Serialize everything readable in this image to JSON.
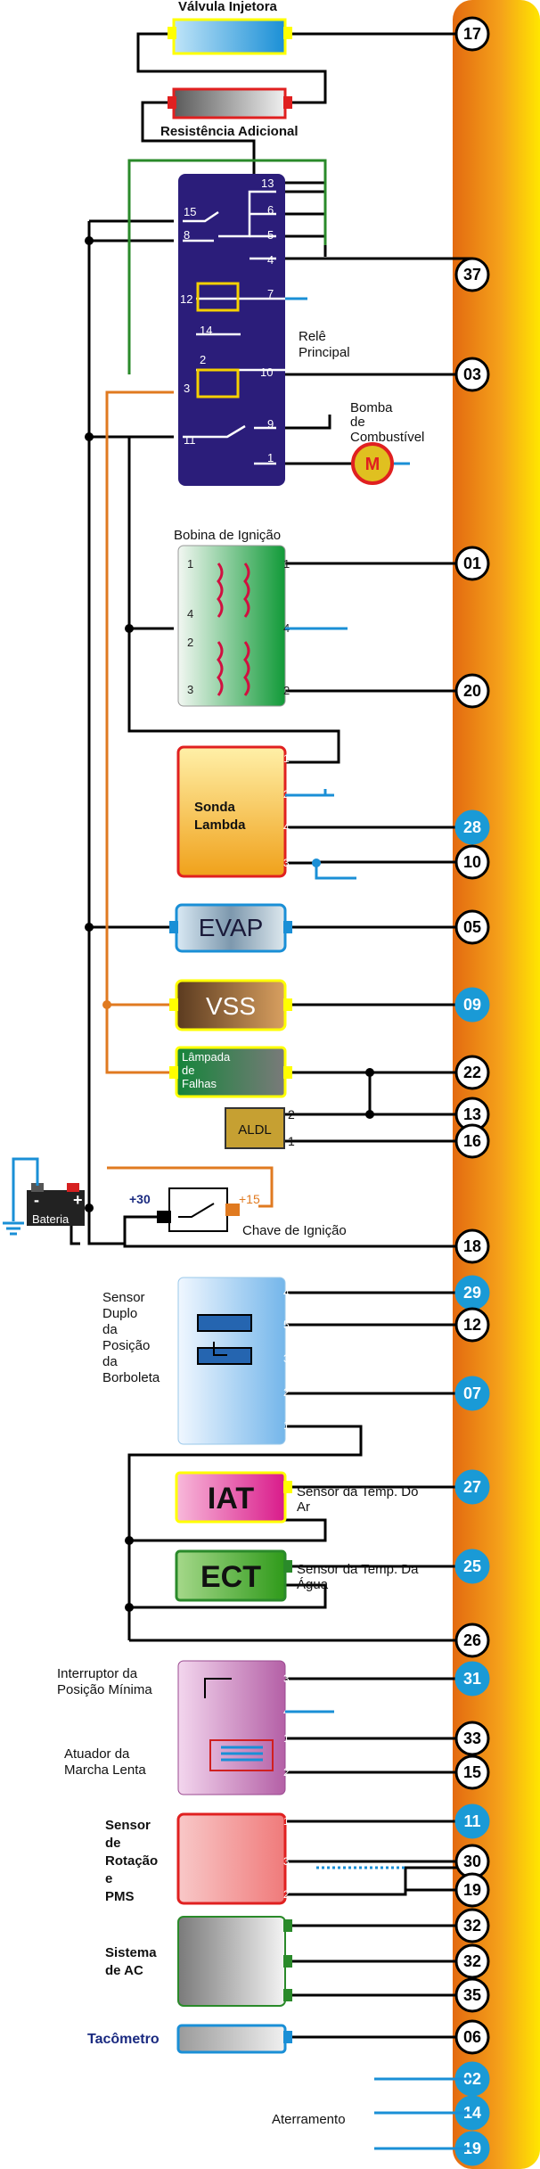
{
  "ecu_pins": [
    "17",
    "37",
    "03",
    "01",
    "20",
    "28",
    "10",
    "05",
    "09",
    "22",
    "13",
    "16",
    "18",
    "29",
    "12",
    "07",
    "27",
    "25",
    "26",
    "31",
    "33",
    "15",
    "11",
    "30",
    "19",
    "32",
    "32",
    "35",
    "06",
    "02",
    "14",
    "19"
  ],
  "components": {
    "injector": "Válvula Injetora",
    "resistor": "Resistência Adicional",
    "main_relay": [
      "Relê",
      "Principal"
    ],
    "fuel_pump": [
      "Bomba",
      "de",
      "Combustível"
    ],
    "motor_symbol": "M",
    "ignition_coil": "Bobina de Ignição",
    "lambda": [
      "Sonda",
      "Lambda"
    ],
    "evap": "EVAP",
    "vss": "VSS",
    "lamp": [
      "Lâmpada",
      "de",
      "Falhas"
    ],
    "aldl": "ALDL",
    "battery": "Bateria",
    "ignition_switch": "Chave de Ignição",
    "tps": [
      "Sensor",
      "Duplo",
      "da",
      "Posição",
      "da",
      "Borboleta"
    ],
    "iat": "IAT",
    "iat_desc": [
      "Sensor da Temp. Do",
      "Ar"
    ],
    "ect": "ECT",
    "ect_desc": [
      "Sensor da Temp. Da",
      "Água"
    ],
    "min_switch": [
      "Interruptor da",
      "Posição Mínima"
    ],
    "idle_actuator": [
      "Atuador da",
      "Marcha Lenta"
    ],
    "crank": [
      "Sensor",
      "de",
      "Rotação",
      "e",
      "PMS"
    ],
    "ac": [
      "Sistema",
      "de AC"
    ],
    "tacho": "Tacômetro",
    "ground": "Aterramento",
    "plus30": "+30",
    "plus15": "+15",
    "plus_sign": "+",
    "minus_sign": "-"
  },
  "relay_pins": [
    "13",
    "6",
    "15",
    "5",
    "8",
    "4",
    "7",
    "12",
    "14",
    "2",
    "3",
    "10",
    "9",
    "11",
    "1"
  ],
  "coil_pins": [
    "1",
    "4",
    "2",
    "3",
    "1",
    "4",
    "2"
  ],
  "lambda_pins": [
    "1",
    "2",
    "4",
    "3"
  ],
  "aldl_pins": [
    "2",
    "1"
  ],
  "tps_pins": [
    "4",
    "5",
    "3",
    "2",
    "1"
  ],
  "min_switch_pins": [
    "3",
    "4"
  ],
  "idle_pins": [
    "1",
    "2"
  ],
  "crank_pins": [
    "1",
    "3",
    "2"
  ],
  "colors": {
    "ecu_bar": "#f08a12",
    "pin_blue_fill": "#1a9ad6",
    "relay_body": "#2b1d7a",
    "wire": "#000000",
    "wire_green": "#2a8a2a",
    "wire_orange": "#e07a20",
    "ground_blue": "#1a8fd6"
  }
}
